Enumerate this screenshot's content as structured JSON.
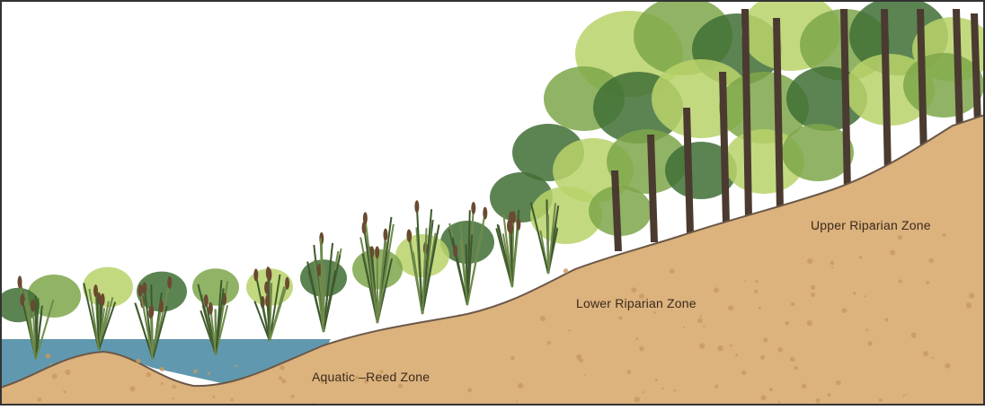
{
  "diagram": {
    "zones": [
      {
        "id": "aquatic",
        "label": "Aquatic –Reed Zone"
      },
      {
        "id": "lower",
        "label": "Lower Riparian Zone"
      },
      {
        "id": "upper",
        "label": "Upper Riparian Zone"
      }
    ]
  },
  "colors": {
    "sky": "#ffffff",
    "soil": "#dcb27d",
    "soil_dark": "#c8995f",
    "water": "#4f8ea6",
    "reed": "#6f8a4a",
    "reed_dark": "#3f5a2e",
    "foliage_light": "#b9d26a",
    "foliage_mid": "#7ea64a",
    "foliage_dark": "#3f6e35",
    "trunk": "#4a3a30"
  }
}
